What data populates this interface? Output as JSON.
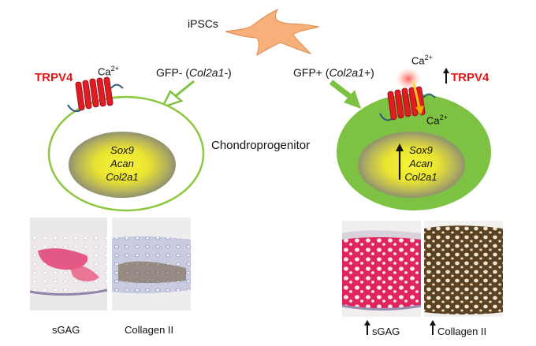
{
  "top": {
    "label": "iPSCs"
  },
  "left_cell": {
    "gfp_label_prefix": "GFP-",
    "gfp_label_gene": "Col2a1-",
    "trpv4": "TRPV4",
    "ion": "Ca",
    "ion_charge": "2+",
    "genes": [
      "Sox9",
      "Acan",
      "Col2a1"
    ]
  },
  "right_cell": {
    "gfp_label_prefix": "GFP+",
    "gfp_label_gene": "Col2a1+",
    "trpv4": "TRPV4",
    "ion": "Ca",
    "ion_charge": "2+",
    "genes": [
      "Sox9",
      "Acan",
      "Col2a1"
    ]
  },
  "center_label": "Chondroprogenitor",
  "captions": {
    "left_sgag": "sGAG",
    "left_collagen": "Collagen II",
    "right_sgag": "sGAG",
    "right_collagen": "Collagen II"
  },
  "colors": {
    "trpv4_red": "#e8151b",
    "cell_green": "#7dc242",
    "arrow_green": "#7dc242",
    "ipsc_orange": "#f7b079",
    "nucleus_yellow": "#f4ef2a",
    "nucleus_gray": "#8a8a82",
    "sgag_pink": "#e0245e",
    "collagen_brown": "#5a4222"
  }
}
